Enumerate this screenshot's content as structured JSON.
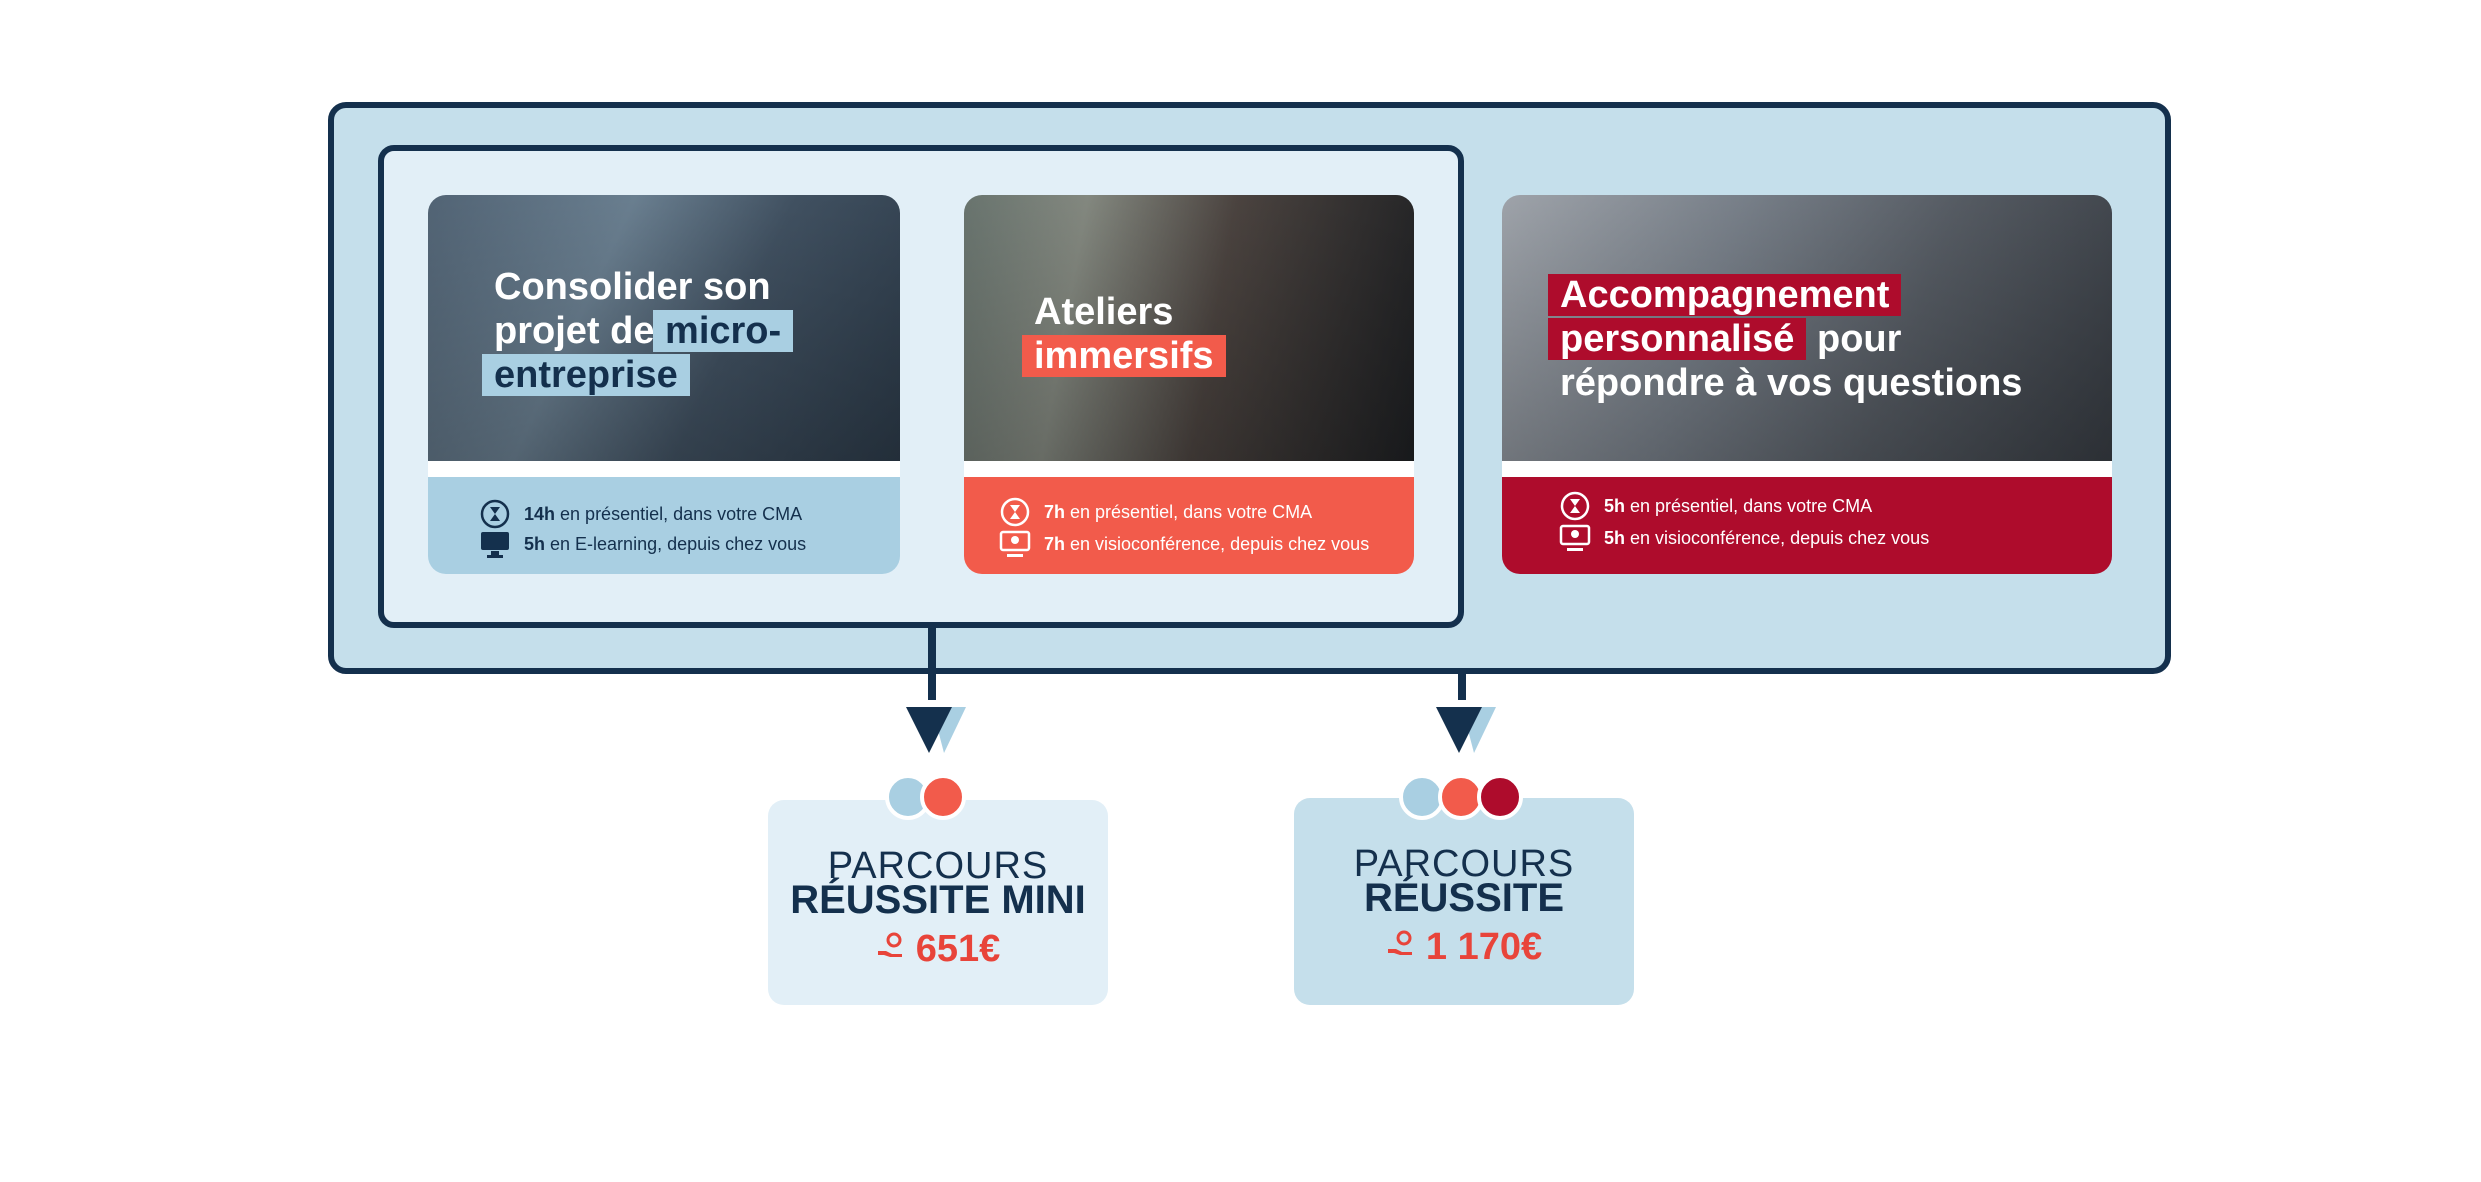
{
  "cards": [
    {
      "headline": [
        "Consolider son",
        "projet de ",
        "micro-",
        "entreprise"
      ],
      "rows": [
        {
          "bold": "14h",
          "text": "en présentiel, dans votre CMA",
          "icon": "hourglass-person-icon"
        },
        {
          "bold": "5h",
          "text": "en E-learning, depuis chez vous",
          "icon": "computer-icon"
        }
      ]
    },
    {
      "headline": [
        "Ateliers",
        "immersifs"
      ],
      "rows": [
        {
          "bold": "7h",
          "text": "en présentiel, dans votre CMA",
          "icon": "hourglass-person-icon"
        },
        {
          "bold": "7h",
          "text": "en visioconférence, depuis chez vous",
          "icon": "video-call-icon"
        }
      ]
    },
    {
      "headline": [
        "Accompagnement",
        "personnalisé",
        " pour",
        "répondre à vos questions"
      ],
      "rows": [
        {
          "bold": "5h",
          "text": "en présentiel, dans votre CMA",
          "icon": "hourglass-person-icon"
        },
        {
          "bold": "5h",
          "text": "en visioconférence, depuis chez vous",
          "icon": "video-call-icon"
        }
      ]
    }
  ],
  "results": [
    {
      "top": "PARCOURS",
      "main": "RÉUSSITE MINI",
      "price": "651€"
    },
    {
      "top": "PARCOURS",
      "main": "RÉUSSITE",
      "price": "1 170€"
    }
  ],
  "colors": {
    "navy": "#14304d",
    "light_blue": "#a9cfe2",
    "coral": "#f25b4b",
    "crimson": "#ae0c2c",
    "frame_bg": "#c5dfeb",
    "inner_bg": "#e2eff7"
  }
}
